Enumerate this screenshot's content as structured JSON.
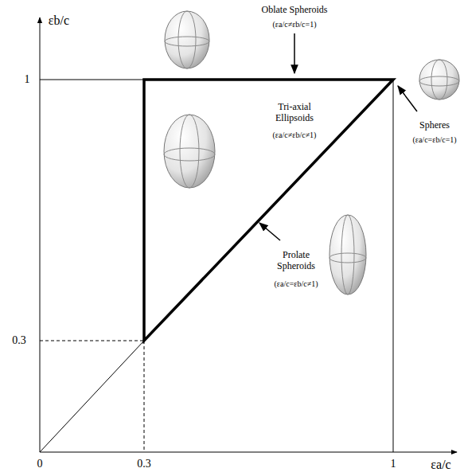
{
  "diagram": {
    "labels": [
      "εb/c",
      "1",
      "0.3",
      "0",
      "0.3",
      "1",
      "εa/c",
      "Oblate Spheroids",
      "(εa/c≠εb/c=1)",
      "Tri-axial Ellipsoids",
      "(εa/c≠εb/c≠1)",
      "Prolate Spheroids",
      "(εa/c=εb/c≠1)",
      "Spheres",
      "(εa/c=εb/c=1)"
    ]
  }
}
